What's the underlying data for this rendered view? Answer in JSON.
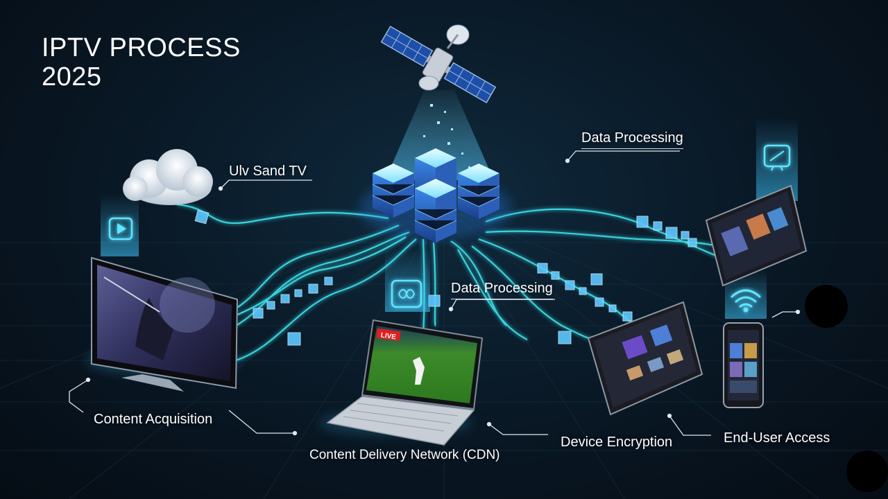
{
  "title": {
    "line1": "IPTV PROCESS",
    "line2": "2025"
  },
  "labels": {
    "cloud": "Ulv Sand TV",
    "data_processing_top": "Data Processing",
    "data_processing_center": "Data Processing",
    "content_acquisition": "Content Acquisition",
    "cdn": "Content Delivery Network (CDN)",
    "device_encryption": "Device Encryption",
    "end_user_access": "End-User Access"
  },
  "laptop_badge": "LIVE",
  "colors": {
    "background": "#07111b",
    "accent_cyan": "#3ee6f0",
    "server_blue": "#2a6fd6",
    "glow": "#5fd8ff",
    "text": "#ffffff"
  },
  "icons": [
    "satellite-icon",
    "cloud-icon",
    "server-cluster-icon",
    "play-icon",
    "infinity-icon",
    "tv-icon",
    "wifi-icon"
  ]
}
